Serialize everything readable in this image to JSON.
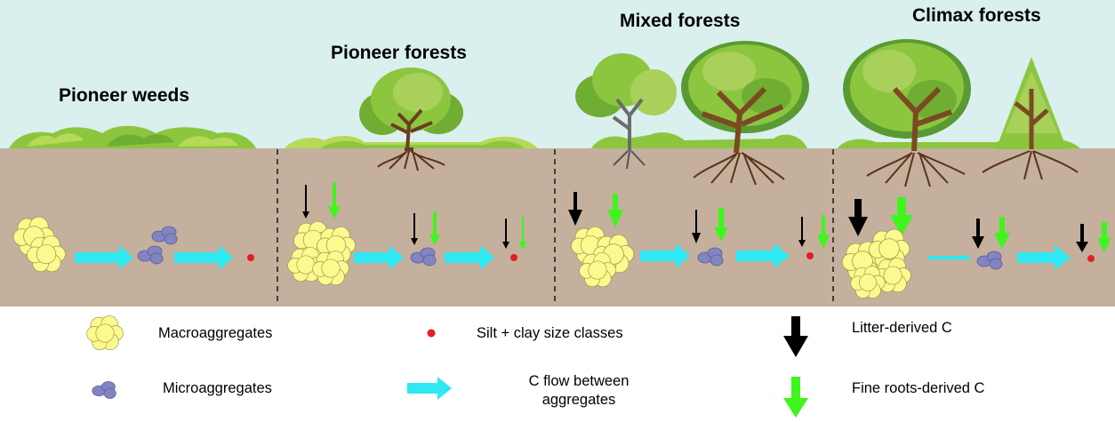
{
  "stages": [
    {
      "title": "Pioneer weeds",
      "litter_arrow": "none",
      "roots_arrow": "none"
    },
    {
      "title": "Pioneer forests",
      "litter_arrow": "thin",
      "roots_arrow": "medium"
    },
    {
      "title": "Mixed forests",
      "litter_arrow": "medium",
      "roots_arrow": "thick"
    },
    {
      "title": "Climax forests",
      "litter_arrow": "thick",
      "roots_arrow": "thickest"
    }
  ],
  "legend": {
    "macroaggregates": "Macroaggregates",
    "microaggregates": "Microaggregates",
    "silt_clay": "Silt + clay size classes",
    "c_flow_line1": "C flow between",
    "c_flow_line2": "aggregates",
    "litter_c": "Litter-derived C",
    "roots_c": "Fine roots-derived C"
  },
  "colors": {
    "sky": "#d9f0ee",
    "soil": "#c4b09c",
    "grass": "#8cc63f",
    "macroaggregate": "#fcf98f",
    "microaggregate": "#8285c2",
    "silt_clay": "#e31e24",
    "c_flow_arrow": "#2ee9f3",
    "litter_arrow": "#000000",
    "roots_arrow": "#3ef51c"
  }
}
